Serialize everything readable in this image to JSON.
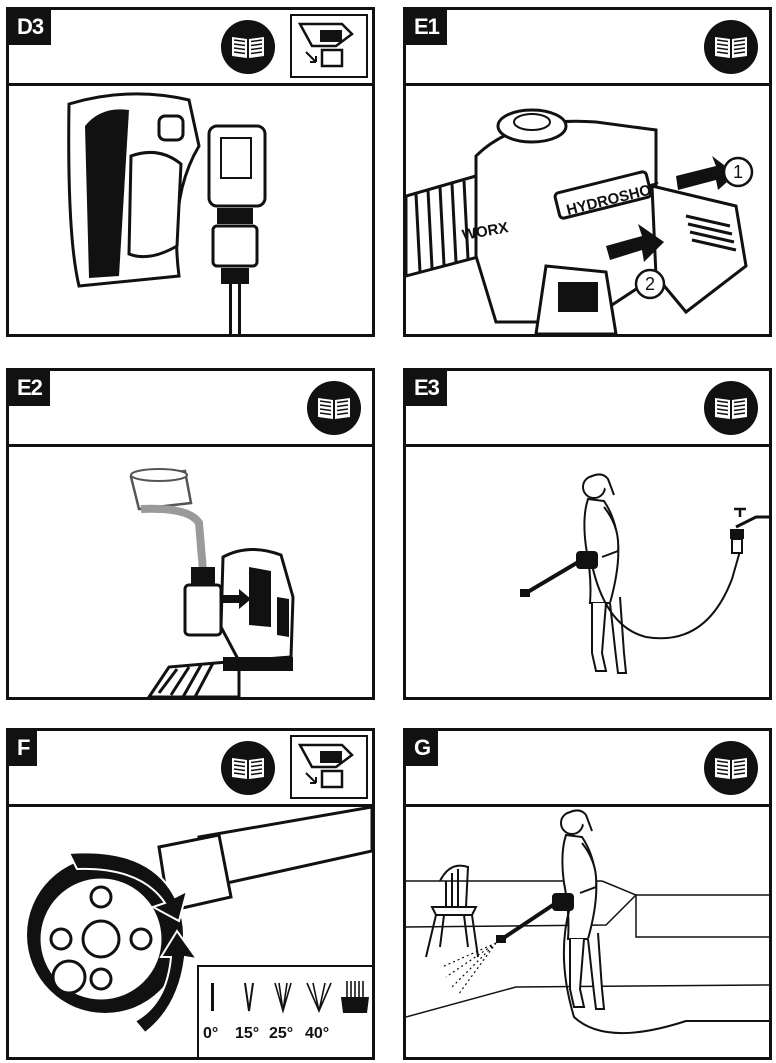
{
  "panels": {
    "d3": {
      "label": "D3"
    },
    "e1": {
      "label": "E1",
      "brand": "HYDROSHOT",
      "logo": "WORX",
      "steps": [
        "1",
        "2"
      ]
    },
    "e2": {
      "label": "E2"
    },
    "e3": {
      "label": "E3"
    },
    "f": {
      "label": "F",
      "angles": [
        "0°",
        "15°",
        "25°",
        "40°"
      ]
    },
    "g": {
      "label": "G"
    }
  },
  "icons": {
    "manual": "book-icon"
  },
  "colors": {
    "ink": "#111111",
    "paper": "#ffffff",
    "grey": "#9a9a9a"
  }
}
